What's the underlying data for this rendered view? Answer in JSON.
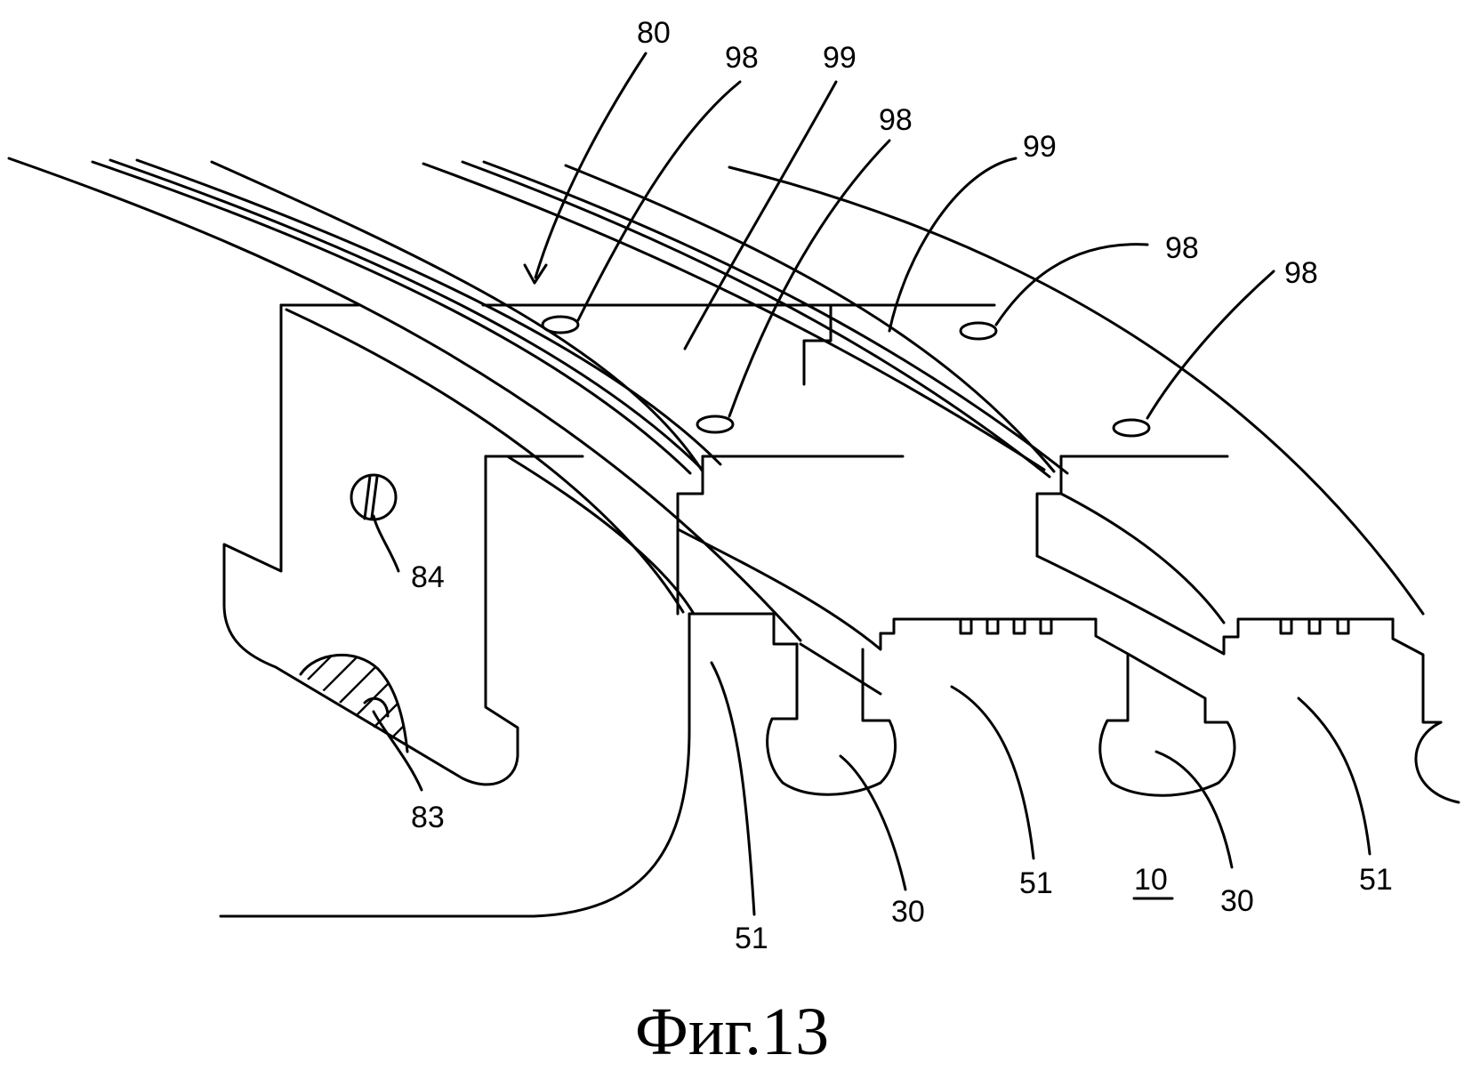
{
  "labels": {
    "n80": "80",
    "n98_a": "98",
    "n99_a": "99",
    "n98_b": "98",
    "n99_b": "99",
    "n98_c": "98",
    "n98_d": "98",
    "n84": "84",
    "n83": "83",
    "n51_a": "51",
    "n30_a": "30",
    "n51_b": "51",
    "n10": "10",
    "n30_b": "30",
    "n51_c": "51"
  },
  "caption": "Фиг.13"
}
